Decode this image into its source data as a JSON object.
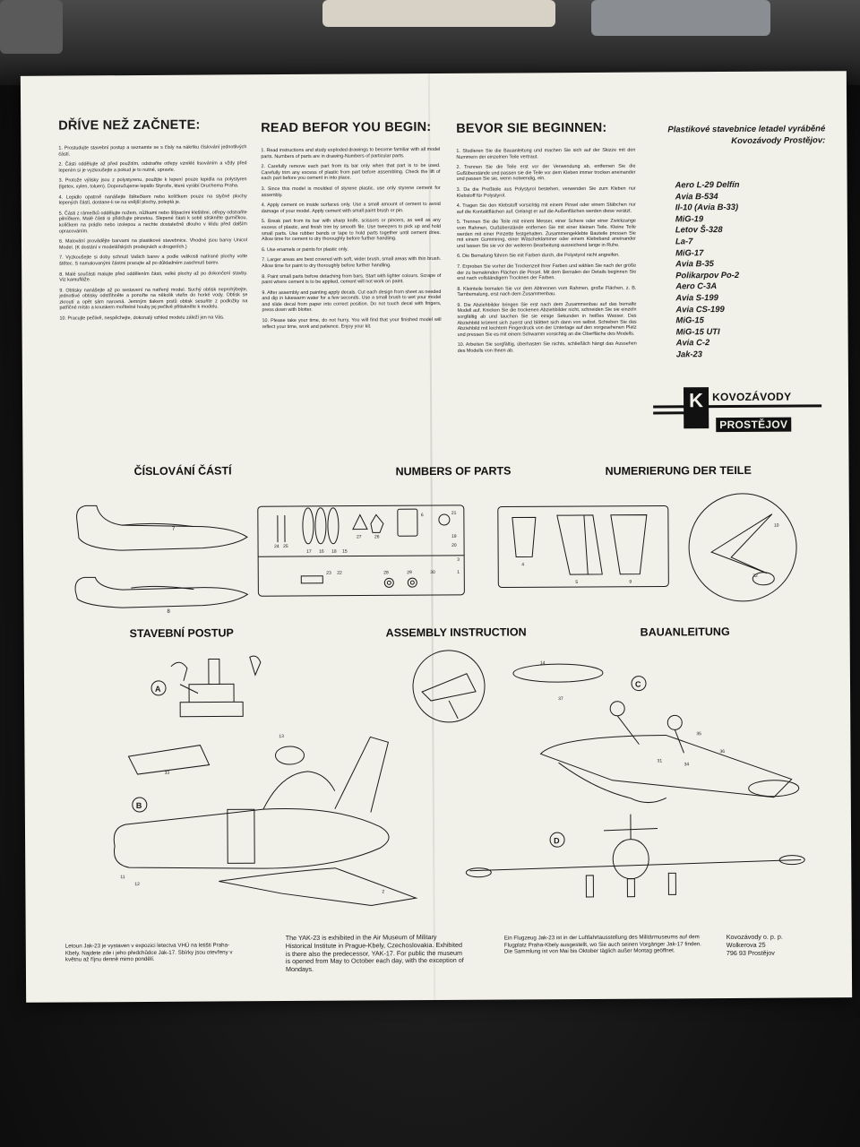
{
  "headings": {
    "czech": "DŘÍVE NEŽ ZAČNETE:",
    "english": "READ BEFOR YOU BEGIN:",
    "german": "BEVOR SIE BEGINNEN:"
  },
  "czech_steps": [
    "1. Prostudujte stavební postup a seznamte se s čísly na nákrtku číslování jednotlivých částí.",
    "2. Části oddělujte až před použitím, odstraňte otřepy vzniklé lisováním a vždy před lepením si je vyzkoušejte a pokud je to nutné, upravte.",
    "3. Protože výlisky jsou z polystyrenu, použijte k lepení pouze lepidla na polystyren (lgetex, xylen, toluen). Doporučujeme lepidlo Styrofix, které vyrábí Druchema Praha.",
    "4. Lepidlo opatrně nanášejte štětečkem nebo kolíčkem pouze na styčné plochy lepených částí, dostane-li se na vnější plochy, poleptá je.",
    "5. Části z rámečků oddělujte nožem, nůžkami nebo štípacími kleštěmi, otřepy odstraňte pilníčkem. Malé části si přidržujte pinzetou. Slepené části k sobě stiskněte gumičkou, kolíčkem na prádlo nebo izolepou a nechte dostatečně dlouho v klidu před dalším opracováním.",
    "6. Malování provádějte barvami na plastikové stavebnice. Vhodné jsou barvy Unicol Model. (K dostání v modelářských prodejnách a drogeriích.)",
    "7. Vyzkoušejte si doby schnutí Vašich barev a podle velikosti natírané plochy volte štětec. S namalovanými částmi pracujte až po důkladném zaschnutí barev.",
    "8. Malé součásti malujte před oddělením části, velké plochy až po dokončení stavby. Viz kamufláže.",
    "9. Obtisky nanášejte až po sestavení na natřený model. Suchý obtisk neprohýbejte, jednotlivé obtisky odstřihněte a ponořte na několik vteřin do horké vody. Obtisk se zkroutí a opět sám narovná. Jemným tlakem prstů obtisk sesuňte z podložky na patřičné místo a kouskem mořitelné houby jej pečlivě přitiskněte k modelu.",
    "10. Pracujte pečlivě, nespěchejte, dokonalý vzhled modelu záleží jen na Vás."
  ],
  "english_steps": [
    "1. Read instructions and study exploded drawings to become familiar with all model parts. Numbers of parts are in drawing-Numbers of particular parts.",
    "2. Carefully remove each part from its bar only when that part is to be used. Carefully trim any excess of plastic from part before assembling. Check the lift of each part before you cement in into place.",
    "3. Since this model is moulded of styrene plastic, use only styrene cement for assembly.",
    "4. Apply cement on inside surfaces only. Use a small amount of cement to avoid damage of your model. Apply cement with small paint brush or pin.",
    "5. Break part from its bar with sharp knife, scissors or pincers, as well as any excess of plastic, and finish trim by smooth file. Use tweezers to pick up and hold small parts. Use rubber bands or tape to hold parts together until cement dries. Allow time for cement to dry thoroughly before further handling.",
    "6. Use enamels or paints for plastic only.",
    "7. Larger areas are best covered with soft, wider brush, small areas with thin brush. Allow time for paint to dry thoroughly before further handling.",
    "8. Paint small parts before detaching from bars. Start with lighter colours. Scrape of paint where cement is to be applied, cement will not work on paint.",
    "9. After assembly and painting apply decals. Cut each design from sheet as needed and dip in lukewarm water for a few seconds. Use a small brush to wet your model and slide decal from paper into correct position. Do not touch decal with fingers, press down with blotter.",
    "10. Please take your time, do not hurry. You will find that your finished model will reflect your time, work and patience. Enjoy your kit."
  ],
  "german_steps": [
    "1. Studieren Sie die Bauanleitung und machen Sie sich auf der Skizze mit den Nummern der einzelnen Teile vertraut.",
    "2. Trennen Sie die Teile erst vor der Verwendung ab, entfernen Sie die Gußüberstände und passen sie die Teile vor dem Kleben immer trocken aneinander und passen Sie sie, wenn notwendig, ein.",
    "3. Da die Preßteile aus Polystyrol bestehen, verwenden Sie zum Kleben nur Klebstoff für Polystyrol.",
    "4. Tragen Sie den Klebstoff vorsichtig mit einem Pinsel oder einem Stäbchen nur auf die Kontaktflächen auf. Gelangt er auf die Außenflächen werden diese verätzt.",
    "5. Trennen Sie die Teile mit einem Messer, einer Schere oder einer Zwickzange vom Rahmen, Gußüberstände entfernen Sie mit einer kleinen Teile. Kleine Teile werden mit einer Pinzette festgehalten. Zusammengeklebte Bauteile pressen Sie mit einem Gummiring, einer Wäscheklammer oder einem Klebeband aneinander und lassen Sie sie vor der weiteren Bearbeitung ausreichend lange in Ruhe.",
    "6. Die Bemalung führen Sie mit Farben durch, die Polystyrol nicht angreifen.",
    "7. Erproben Sie vorher die Trockenzeit Ihrer Farben und wählen Sie nach der größe der zu bemalenden Flächen die Pinsel. Mit dem Bemalen der Details beginnen Sie erst nach vollständigem Trocknen der Farben.",
    "8. Kleinteile bemalen Sie vor dem Abtrennen vom Rahmen, große Flächen, z. B. Tarnbemalung, erst nach dem Zusammenbau.",
    "9. Die Abziehbilder bringen Sie erst nach dem Zusammenbau auf das bemalte Modell auf. Knicken Sie die trockenen Abziehbilder nicht, schneiden Sie sie einzeln sorgfältig ab und tauchen Sie sie einige Sekunden in heißes Wasser. Das Abziehbild krümmt sich zuerst und blättert sich dann von selbst. Schieben Sie das Abziehbild mit leichtem Fingerdruck von der Unterlage auf den vorgesehenen Platz und pressen Sie es mit einem Schwamm vorsichtig an die Oberfläche des Modells.",
    "10. Arbeiten Sie sorgfältig, überhasten Sie nichts, schließlich hängt das Aussehen des Modells von Ihnen ab."
  ],
  "models_block": {
    "heading": "Plastikové stavebnice letadel vyráběné Kovozávody Prostějov:",
    "items": [
      "Aero L-29 Delfín",
      "Avia B-534",
      "Il-10 (Avia B-33)",
      "MiG-19",
      "Letov Š-328",
      "La-7",
      "MiG-17",
      "Avia B-35",
      "Polikarpov Po-2",
      "Aero C-3A",
      "Avia S-199",
      "Avia CS-199",
      "MiG-15",
      "MiG-15 UTI",
      "Avia C-2",
      "Jak-23"
    ]
  },
  "logo": {
    "letter": "K",
    "line1": "KOVOZÁVODY",
    "line2": "PROSTĚJOV"
  },
  "section_titles": {
    "numbers_cz": "ČÍSLOVÁNÍ ČÁSTÍ",
    "numbers_en": "NUMBERS OF PARTS",
    "numbers_de": "NUMERIERUNG DER TEILE",
    "assembly_cz": "STAVEBNÍ POSTUP",
    "assembly_en": "ASSEMBLY INSTRUCTION",
    "assembly_de": "BAUANLEITUNG"
  },
  "step_markers": [
    "A",
    "B",
    "C",
    "D"
  ],
  "museum_notes": {
    "cz": "Letoun Jak-23 je vystaven v expozici letectva VHÚ na letišti Praha-Kbely. Najdete zde i jeho předchůdce Jak-17. Sbírky jsou otevřeny v květnu až říjnu denně mimo pondělí.",
    "en": "The YAK-23 is exhibited in the Air Museum of Military Historical Institute in Prague-Kbely, Czechoslovakia. Exhibited is there also the predecessor, YAK-17. For public the museum is opened from May to October each day, with the exception of Mondays.",
    "de": "Ein Flugzeug Jak-23 ist in der Luftfahrtausstellung des Militärmuseums auf dem Flugplatz Praha-Kbely ausgestellt, wo Sie auch seinen Vorgänger Jak-17 finden. Die Sammlung ist von Mai bis Oktober täglich außer Montag geöffnet."
  },
  "address": {
    "line1": "Kovozávody o. p. p.",
    "line2": "Wolkerova 25",
    "line3": "796 93 Prostějov"
  },
  "part_numbers": [
    "7",
    "8",
    "24",
    "25",
    "17",
    "16",
    "18",
    "15",
    "27",
    "26",
    "6",
    "21",
    "19",
    "20",
    "3",
    "1",
    "23",
    "22",
    "28",
    "29",
    "30",
    "4",
    "5",
    "9",
    "10",
    "32",
    "33",
    "2",
    "11",
    "12",
    "13",
    "31",
    "34",
    "35",
    "36",
    "37",
    "14"
  ]
}
